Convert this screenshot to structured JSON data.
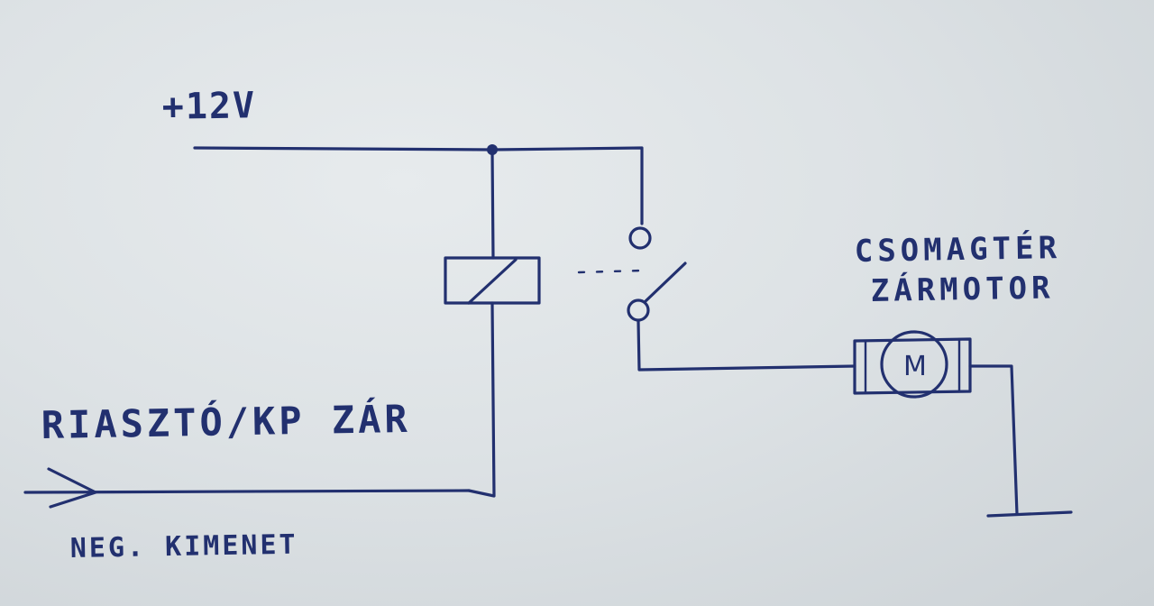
{
  "labels": {
    "supply": "+12V",
    "input_source": "RIASZTÓ/KP ZÁR",
    "input_type": "NEG. KIMENET",
    "load_line1": "CSOMAGTÉR",
    "load_line2": "ZÁRMOTOR",
    "motor_symbol": "M"
  },
  "colors": {
    "paper": "#dde2e5",
    "ink": "#22306f"
  }
}
